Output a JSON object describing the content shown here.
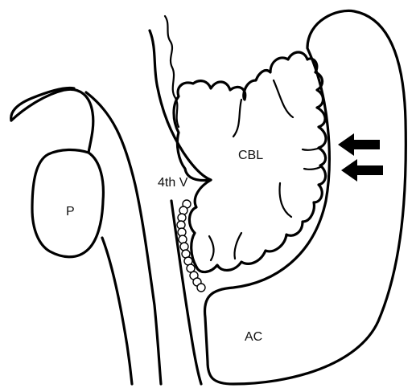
{
  "labels": {
    "pons": "P",
    "fourth_ventricle": "4th V",
    "cerebellum": "CBL",
    "arachnoid_cyst": "AC"
  },
  "colors": {
    "line": "#000000",
    "background": "#ffffff"
  },
  "arrows": [
    {
      "name": "upper-arrow",
      "direction": "left"
    },
    {
      "name": "lower-arrow",
      "direction": "left"
    }
  ]
}
